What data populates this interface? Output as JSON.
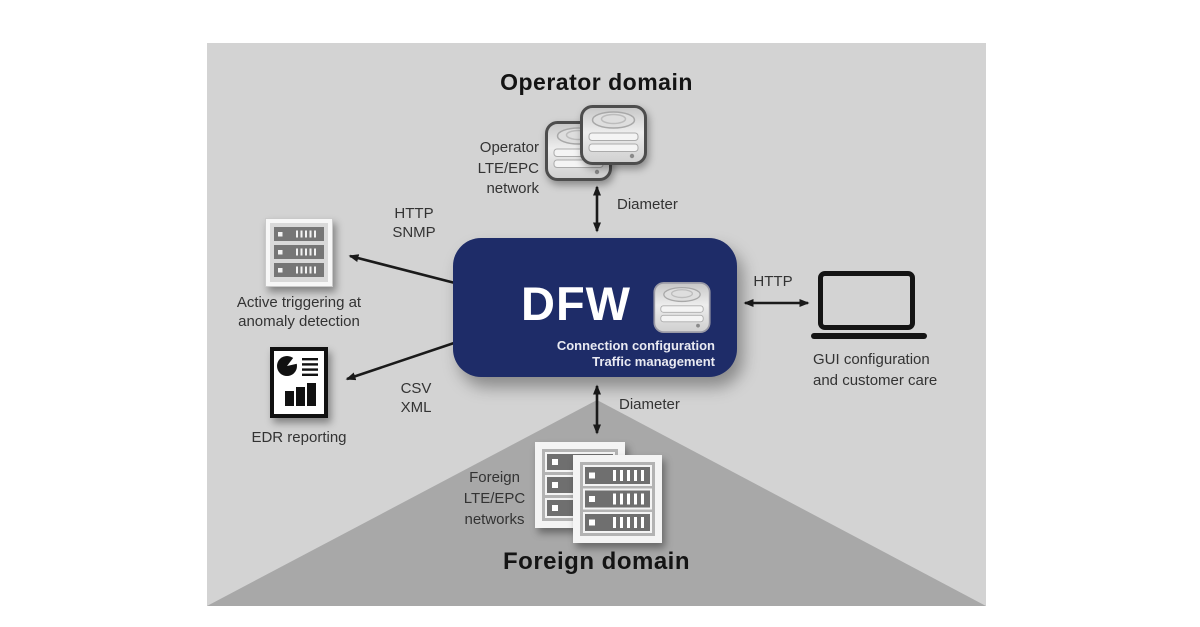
{
  "colors": {
    "panel_bg": "#d3d3d3",
    "triangle": "#a8a8a8",
    "dfw_box": "#1e2c68",
    "arrow": "#1a1a1a"
  },
  "operator": {
    "title": "Operator domain",
    "network_label_lines": [
      "Operator",
      "LTE/EPC",
      "network"
    ],
    "diameter_label": "Diameter"
  },
  "dfw": {
    "title": "DFW",
    "functions": [
      "Connection configuration",
      "Traffic management"
    ]
  },
  "left_side": {
    "protocols_http_snmp": [
      "HTTP",
      "SNMP"
    ],
    "active_triggering_lines": [
      "Active triggering at",
      "anomaly detection"
    ],
    "protocols_csv_xml": [
      "CSV",
      "XML"
    ],
    "edr_label": "EDR reporting"
  },
  "right_side": {
    "protocol_http": "HTTP",
    "gui_label_lines": [
      "GUI configuration",
      "and customer care"
    ]
  },
  "foreign": {
    "title": "Foreign domain",
    "networks_label_lines": [
      "Foreign",
      "LTE/EPC",
      "networks"
    ],
    "diameter_label": "Diameter"
  },
  "icons": {
    "operator_servers": "database-servers-icon",
    "dfw_server": "database-server-icon",
    "monitoring_server": "server-rack-icon",
    "edr_report": "report-chart-icon",
    "gui_laptop": "laptop-icon",
    "foreign_servers": "server-racks-icon"
  }
}
